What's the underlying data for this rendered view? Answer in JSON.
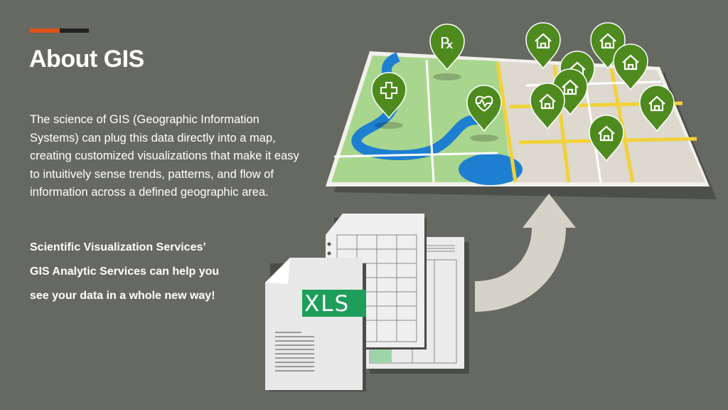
{
  "slide": {
    "title": "About GIS",
    "paragraph": "The science of GIS (Geographic Information Systems) can plug this data directly into a map, creating  customized visualizations that make it easy to intuitively sense trends, patterns, and flow of information across a defined geographic area.",
    "callout_lines": [
      "Scientific Visualization Services’",
      "GIS Analytic Services can help you",
      "see your data in a whole new way!"
    ],
    "accent_colors": {
      "orange": "#e0521a",
      "dark": "#222222",
      "pin": "#4e8a1e",
      "xls": "#1e9e5a"
    }
  },
  "illustration": {
    "xls_label": "XLS",
    "pins": [
      "rx-icon",
      "plus-icon",
      "heart-icon",
      "home-icon"
    ]
  }
}
